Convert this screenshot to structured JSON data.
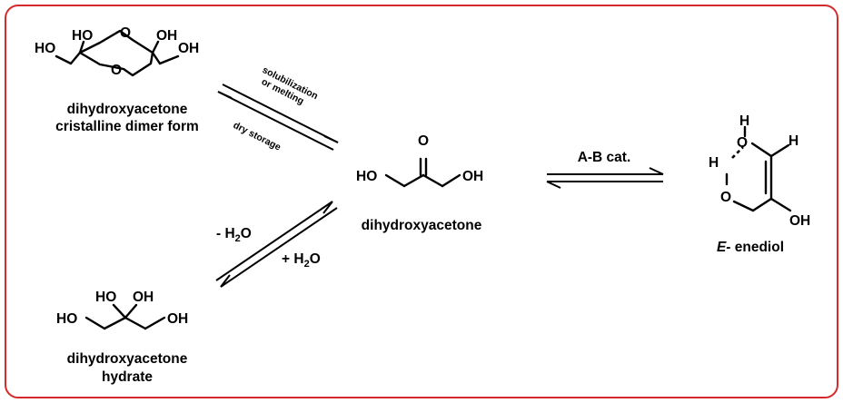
{
  "frame": {
    "border_color": "#d42a2a"
  },
  "molecules": {
    "dimer": {
      "atoms": [
        "HO",
        "HO",
        "O",
        "O",
        "OH",
        "OH"
      ],
      "caption": [
        "dihydroxyacetone",
        "cristalline dimer form"
      ]
    },
    "dha": {
      "atoms": [
        "O",
        "HO",
        "OH"
      ],
      "caption": "dihydroxyacetone"
    },
    "hydrate": {
      "atoms": [
        "HO",
        "OH",
        "HO",
        "OH"
      ],
      "caption": [
        "dihydroxyacetone",
        "hydrate"
      ]
    },
    "enediol": {
      "atoms": [
        "H",
        "O",
        "H",
        "H",
        "O",
        "OH"
      ],
      "caption_italic": "E-",
      "caption_rest": " enediol"
    }
  },
  "conditions": {
    "forward_top": [
      "solubilization",
      "or melting"
    ],
    "reverse_top": "dry storage",
    "dehydration": "- H",
    "dehydration_sub": "2",
    "dehydration_tail": "O",
    "hydration": "+ H",
    "hydration_sub": "2",
    "hydration_tail": "O",
    "tautomer": "A-B cat."
  }
}
